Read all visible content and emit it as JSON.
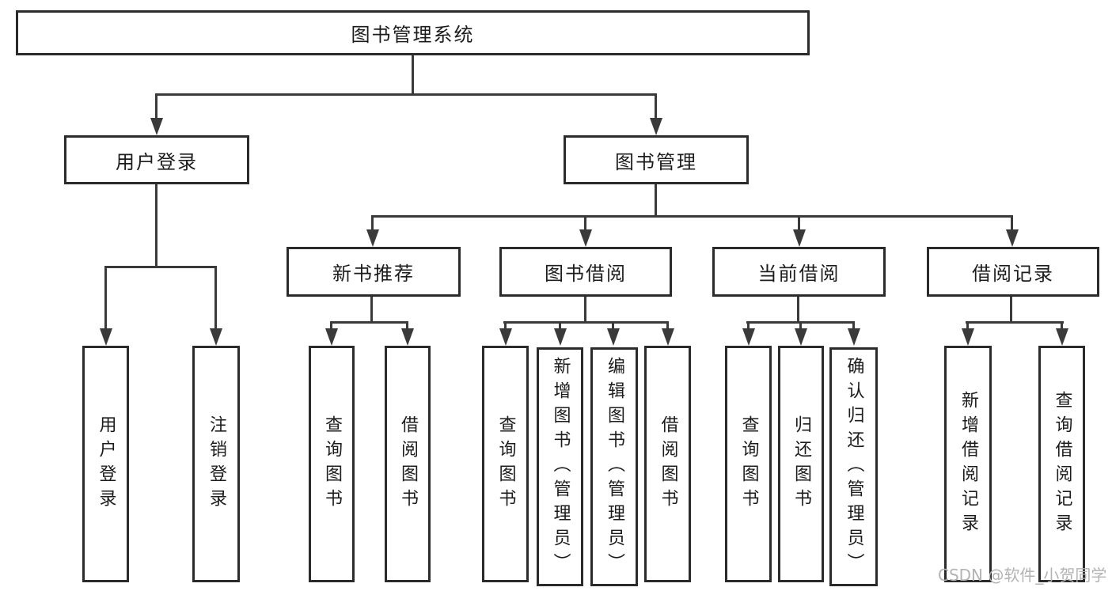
{
  "nodes": {
    "root": "图书管理系统",
    "user_login": "用户登录",
    "book_mgmt": "图书管理",
    "new_book": "新书推荐",
    "book_borrow": "图书借阅",
    "current_borrow": "当前借阅",
    "borrow_records": "借阅记录",
    "leaves": {
      "user_login": [
        "用户登录",
        "注销登录"
      ],
      "new_book": [
        "查询图书",
        "借阅图书"
      ],
      "book_borrow": [
        "查询图书",
        "新增图书（管理员）",
        "编辑图书（管理员）",
        "借阅图书"
      ],
      "current_borrow": [
        "查询图书",
        "归还图书",
        "确认归还（管理员）"
      ],
      "borrow_records": [
        "新增借阅记录",
        "查询借阅记录"
      ]
    }
  },
  "watermark": "CSDN @软件_小贺同学",
  "colors": {
    "line": "#3a3a3a",
    "box_border": "#2b2b2b",
    "text": "#1c1c1c",
    "watermark": "#b3b3b3",
    "background": "#ffffff"
  }
}
